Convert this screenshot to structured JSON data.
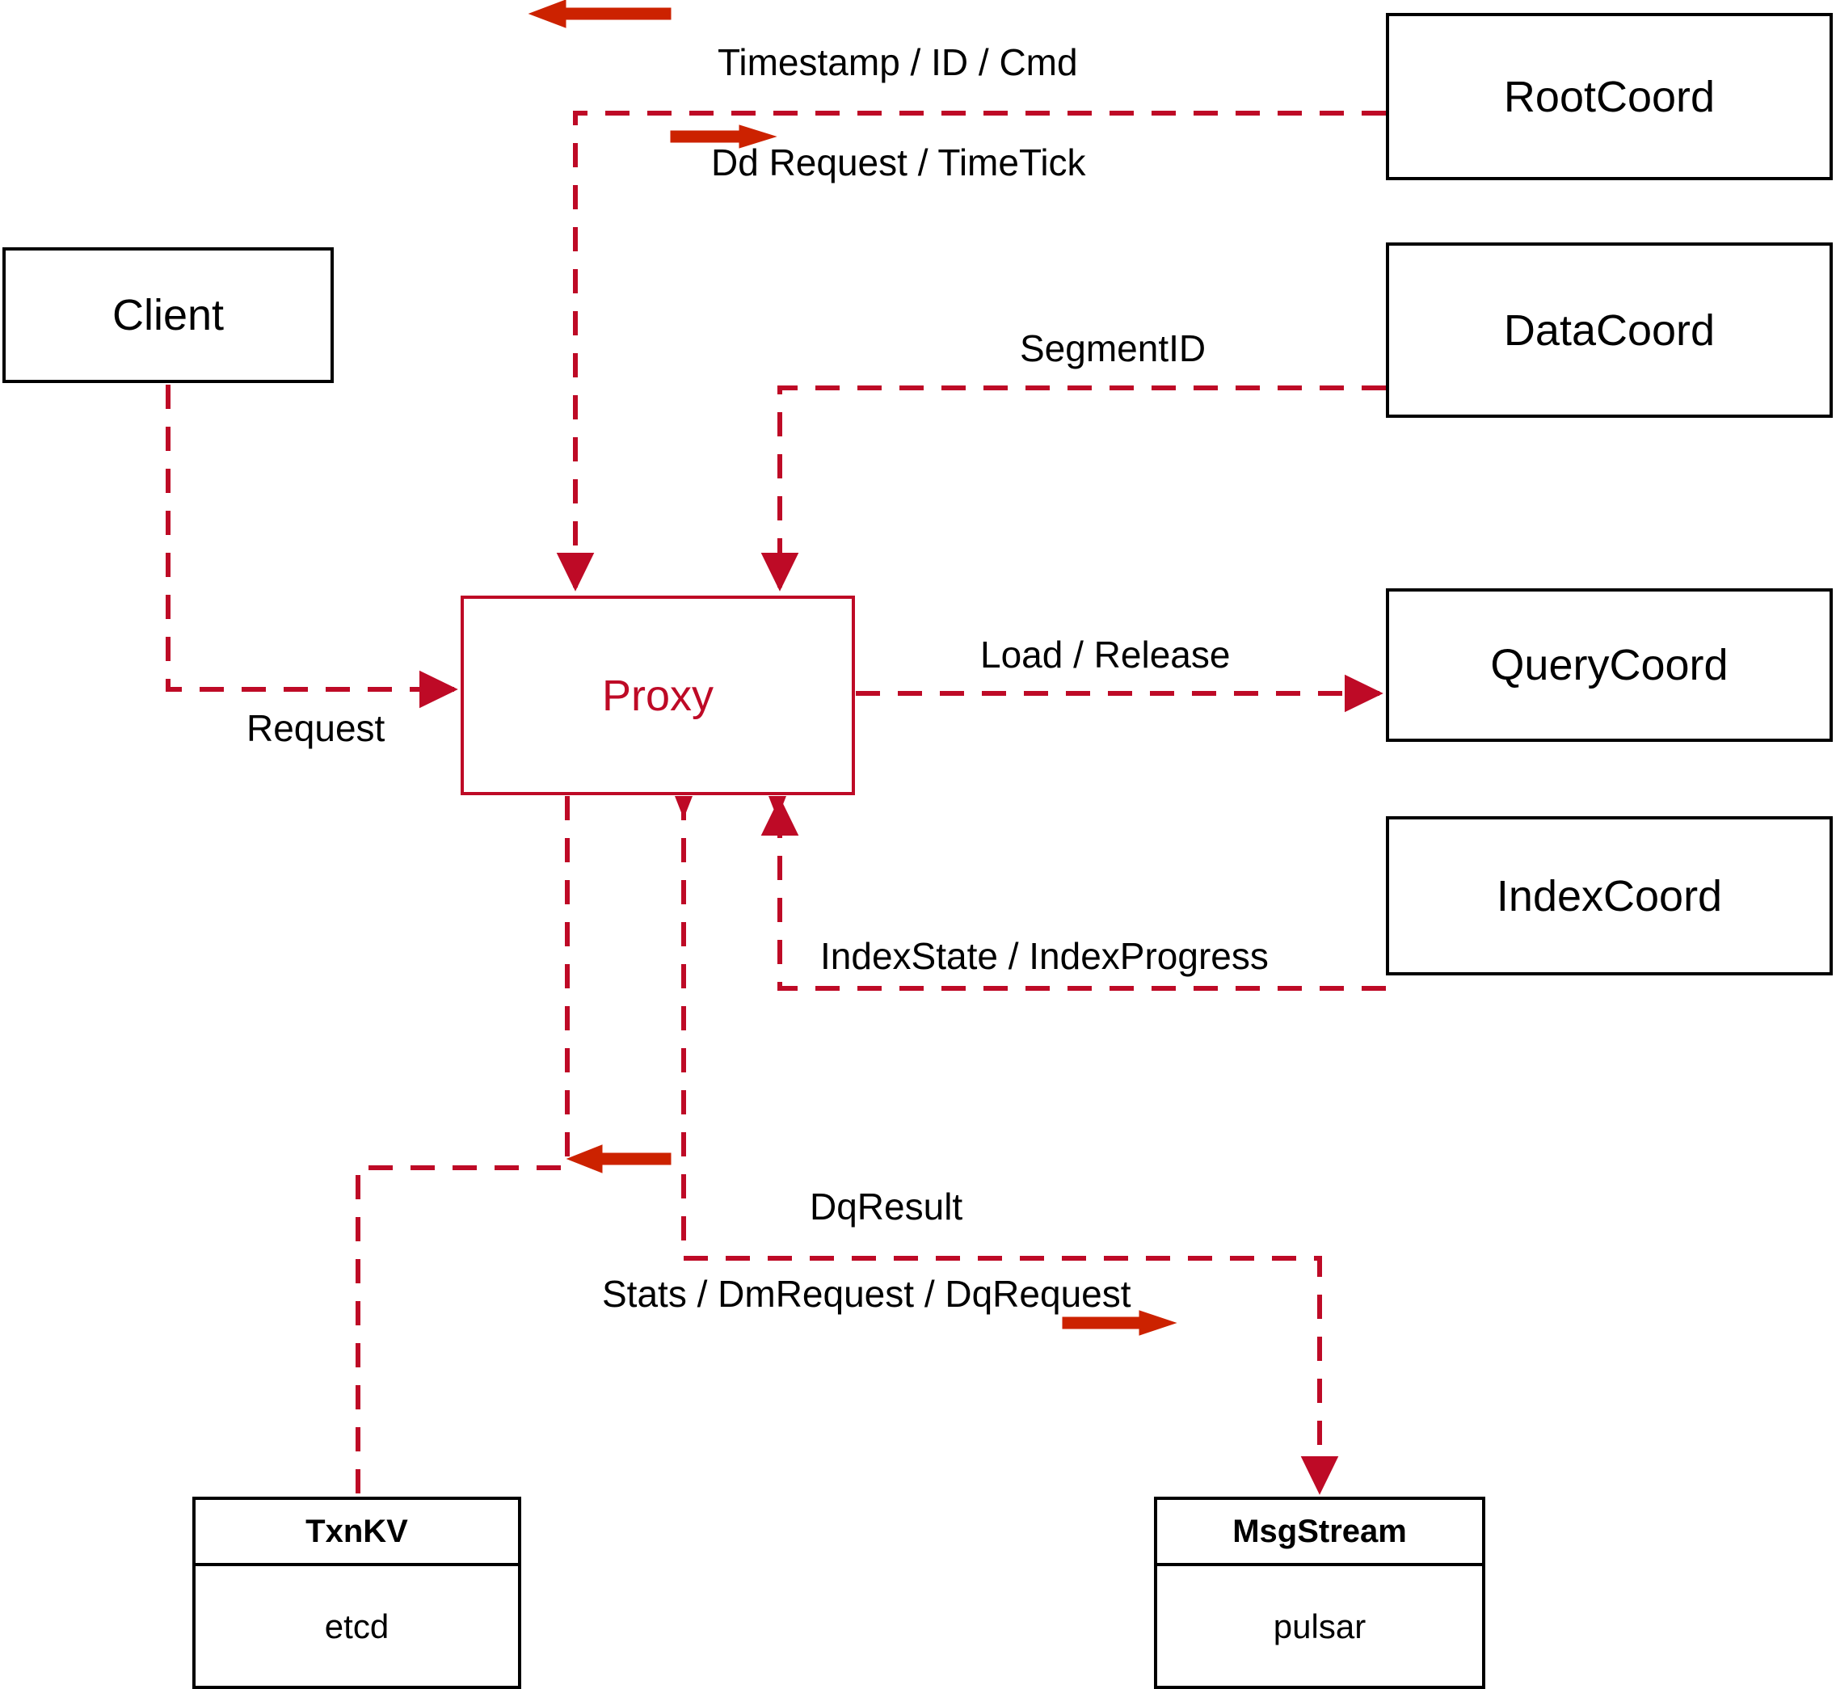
{
  "diagram": {
    "title": "Proxy component interaction diagram",
    "colors": {
      "node_border": "#000000",
      "proxy_accent": "#BE0A26",
      "wire": "#BE0A26",
      "direction_arrow": "#CC2200",
      "text": "#000000",
      "background": "#FFFFFF"
    }
  },
  "nodes": {
    "client": {
      "label": "Client"
    },
    "proxy": {
      "label": "Proxy"
    },
    "root_coord": {
      "label": "RootCoord"
    },
    "data_coord": {
      "label": "DataCoord"
    },
    "query_coord": {
      "label": "QueryCoord"
    },
    "index_coord": {
      "label": "IndexCoord"
    },
    "txn_kv": {
      "title": "TxnKV",
      "impl": "etcd"
    },
    "msg_stream": {
      "title": "MsgStream",
      "impl": "pulsar"
    }
  },
  "edge_labels": {
    "timestamp_id_cmd": "Timestamp / ID / Cmd",
    "dd_request_timetick": "Dd Request / TimeTick",
    "segment_id": "SegmentID",
    "load_release": "Load / Release",
    "index_state_progress": "IndexState / IndexProgress",
    "request": "Request",
    "dq_result": "DqResult",
    "stats_dm_dq_request": "Stats / DmRequest / DqRequest"
  }
}
